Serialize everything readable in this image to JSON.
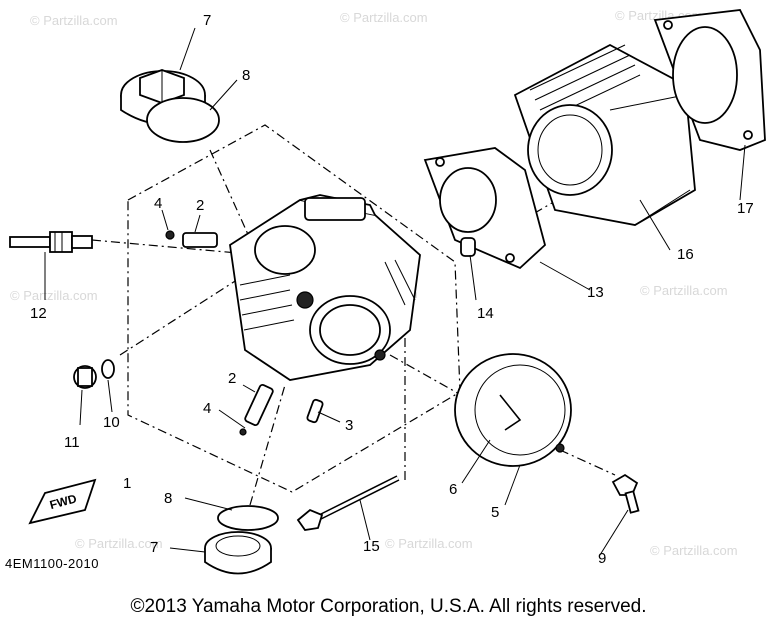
{
  "watermark": "© Partzilla.com",
  "diagram_code": "4EM1100-2010",
  "fwd_label": "FWD",
  "copyright": "©2013 Yamaha Motor Corporation, U.S.A. All rights reserved.",
  "callouts": {
    "c1": "1",
    "c2a": "2",
    "c2b": "2",
    "c3": "3",
    "c4a": "4",
    "c4b": "4",
    "c5": "5",
    "c6": "6",
    "c7a": "7",
    "c7b": "7",
    "c8a": "8",
    "c8b": "8",
    "c9": "9",
    "c10": "10",
    "c11": "11",
    "c12": "12",
    "c13": "13",
    "c14": "14",
    "c15": "15",
    "c16": "16",
    "c17": "17"
  }
}
